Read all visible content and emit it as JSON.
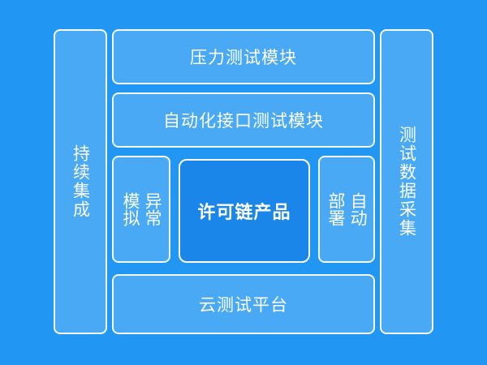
{
  "blocks": {
    "left": "持续集成",
    "right": "测试数据采集",
    "top1": "压力测试模块",
    "top2": "自动化接口测试模块",
    "inner_left_col1": "异常",
    "inner_left_col2": "模拟",
    "inner_right_col1": "自动",
    "inner_right_col2": "部署",
    "core": "许可链产品",
    "bottom": "云测试平台"
  },
  "colors": {
    "background": "#2196f3",
    "core_fill": "#1a86ea",
    "border": "#ffffff"
  }
}
